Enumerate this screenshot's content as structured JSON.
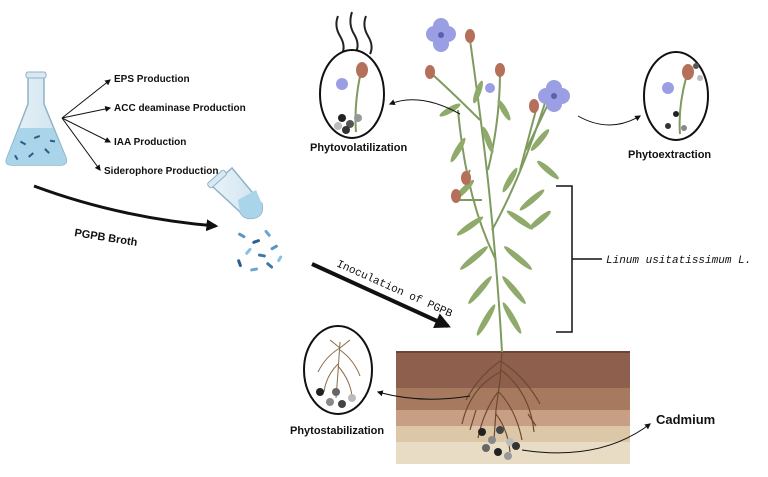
{
  "products": {
    "eps": "EPS Production",
    "acc": "ACC deaminase Production",
    "iaa": "IAA Production",
    "siderophore": "Siderophore Production"
  },
  "broth_label": "PGPB Broth",
  "inoculation_label": "Inoculation of PGPB",
  "plant_name": "Linum usitatissimum L.",
  "mechanisms": {
    "volatilization": "Phytovolatilization",
    "extraction": "Phytoextraction",
    "stabilization": "Phytostabilization"
  },
  "metal_label": "Cadmium",
  "colors": {
    "flower": "#9a9fe3",
    "stem": "#7f9a5e",
    "bud": "#b5705a",
    "soil_top": "#8e5f4c",
    "soil_mid": "#c89f84",
    "soil_bottom": "#e8dcc4",
    "liquid": "#a9d4ea"
  }
}
